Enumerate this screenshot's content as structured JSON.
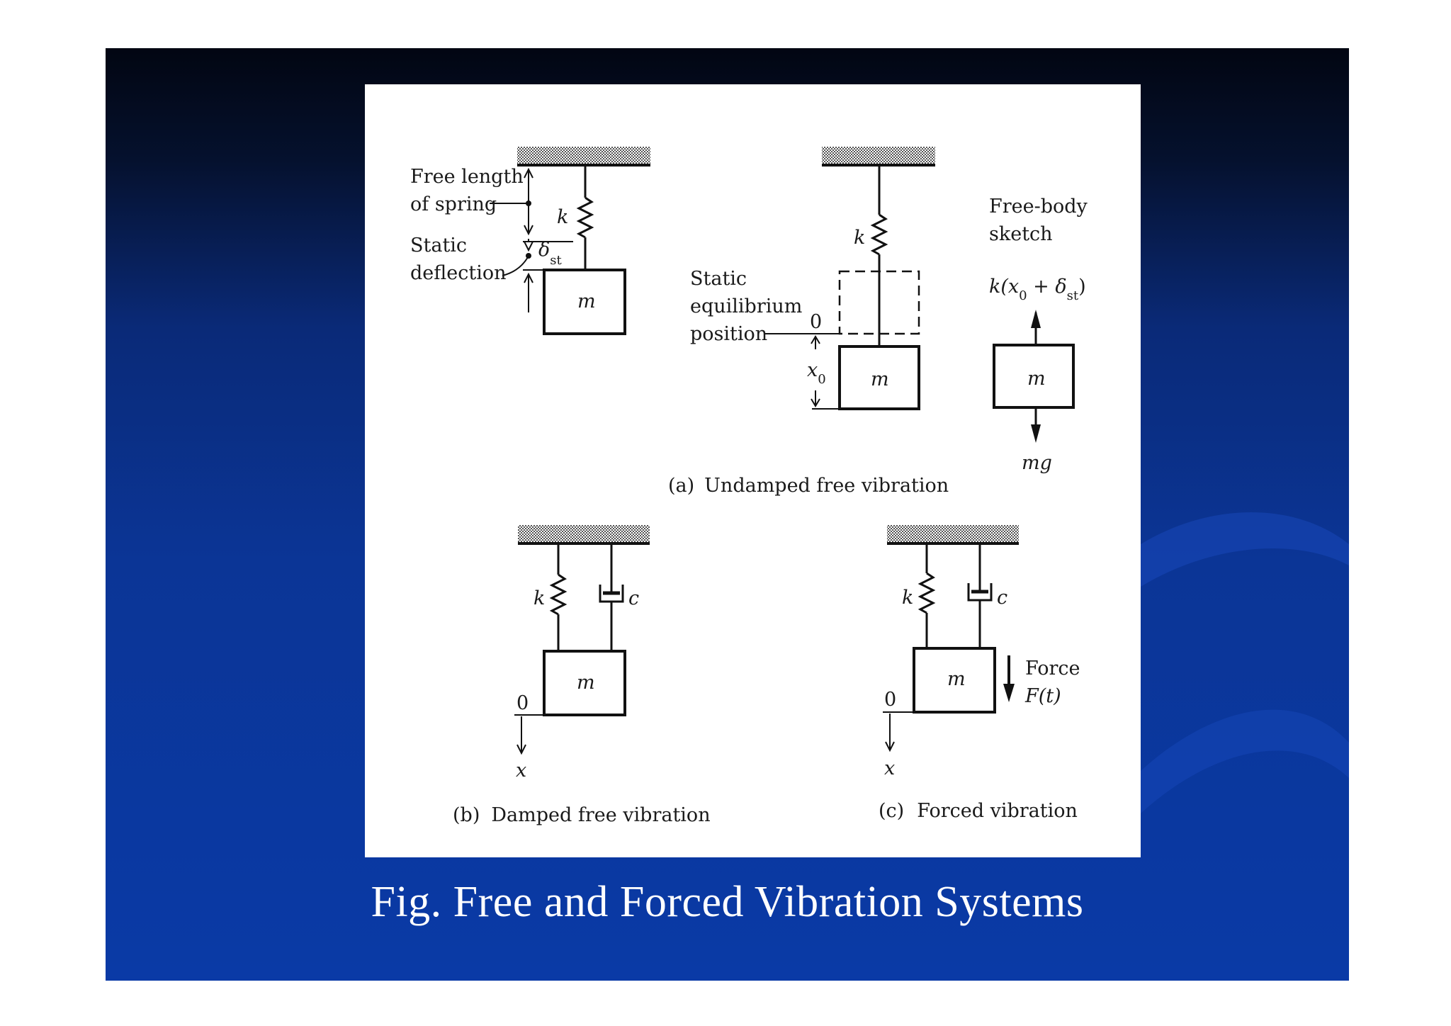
{
  "slide": {
    "caption": "Fig. Free and Forced Vibration Systems",
    "colors": {
      "background_top": "#020612",
      "background_bottom": "#0a3aa6",
      "panel": "#ffffff",
      "caption": "#ffffff"
    }
  },
  "diagram": {
    "a": {
      "free_length_line1": "Free length",
      "free_length_line2": "of spring",
      "static_line1": "Static",
      "static_line2": "deflection",
      "delta": "δ",
      "delta_sub": "st",
      "spring_k": "k",
      "mass": "m",
      "equilibrium_line1": "Static",
      "equilibrium_line2": "equilibrium",
      "equilibrium_line3": "position",
      "zero": "0",
      "x0": "x",
      "x0_sub": "0",
      "spring_k2": "k",
      "mass2": "m",
      "fbd_line1": "Free-body",
      "fbd_line2": "sketch",
      "fbd_force_a": "k(x",
      "fbd_force_sub1": "0",
      "fbd_force_b": " + δ",
      "fbd_force_sub2": "st",
      "fbd_force_c": ")",
      "fbd_mass": "m",
      "fbd_weight": "mg",
      "caption_tag": "(a)",
      "caption": "Undamped free vibration"
    },
    "b": {
      "spring_k": "k",
      "damper_c": "c",
      "mass": "m",
      "zero": "0",
      "x": "x",
      "caption_tag": "(b)",
      "caption": "Damped free vibration"
    },
    "c": {
      "spring_k": "k",
      "damper_c": "c",
      "mass": "m",
      "zero": "0",
      "x": "x",
      "force_line1": "Force",
      "force_line2": "F(t)",
      "caption_tag": "(c)",
      "caption": "Forced vibration"
    }
  }
}
